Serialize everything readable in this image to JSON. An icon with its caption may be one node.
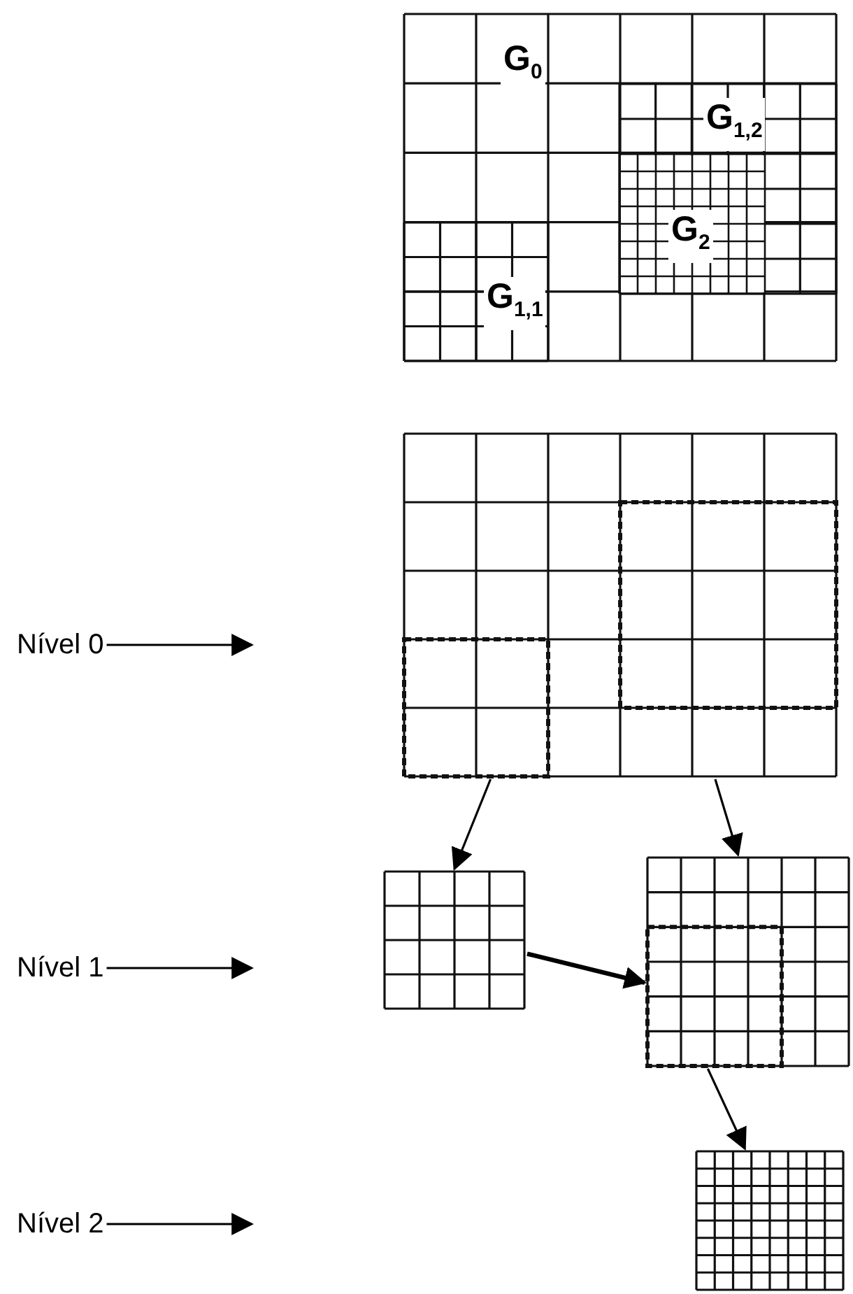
{
  "diagram": {
    "nodes": [
      {
        "text": [
          "Nível 0"
        ]
      },
      {
        "text": [],
        "shape": "grid"
      },
      {
        "text": [
          "Nível 1"
        ]
      },
      {
        "text": [],
        "shape": "grid"
      },
      {
        "text": [],
        "shape": "grid"
      },
      {
        "text": [
          "Nível 2"
        ]
      },
      {
        "text": [],
        "shape": "grid"
      }
    ],
    "edges": [
      {
        "from": 0,
        "to": null,
        "arrow": "to"
      },
      {
        "from": 1,
        "to": 3,
        "arrow": "to"
      },
      {
        "from": 1,
        "to": 4,
        "arrow": "to"
      },
      {
        "from": 2,
        "to": null,
        "arrow": "to"
      },
      {
        "from": 3,
        "to": 4,
        "arrow": "to",
        "style": "thick"
      },
      {
        "from": 4,
        "to": 6,
        "arrow": "to"
      },
      {
        "from": 5,
        "to": null,
        "arrow": "to"
      }
    ],
    "labels": [
      "G$_{0}$",
      "G$_{1,2}$",
      "G$_{2}$",
      "G$_{1,1}$"
    ]
  }
}
